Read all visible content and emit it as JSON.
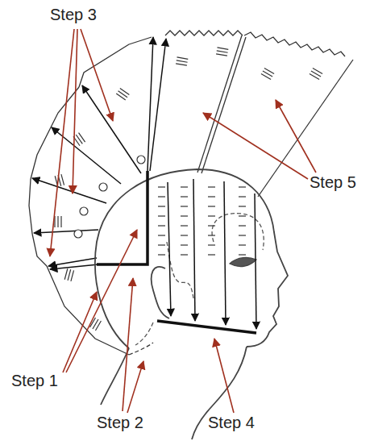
{
  "diagram": {
    "labels": [
      "Step 3",
      "Step 5",
      "Step 1",
      "Step 2",
      "Step 4"
    ]
  }
}
